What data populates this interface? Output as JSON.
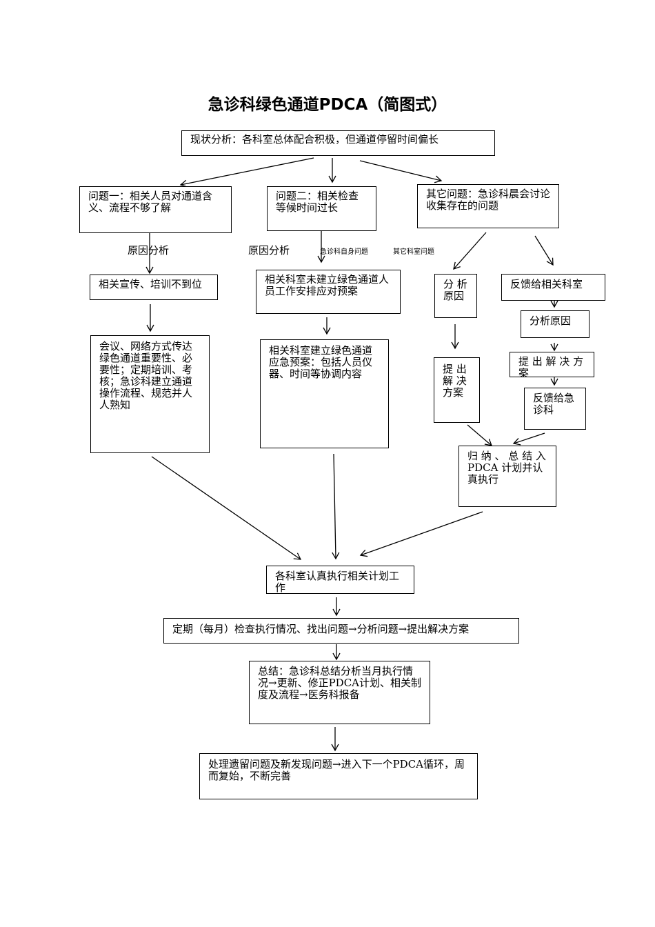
{
  "title": "急诊科绿色通道PDCA（简图式）",
  "boxes": {
    "status": "现状分析：各科室总体配合积极，但通道停留时间偏长",
    "problem1": "问题一：相关人员对通道含义、流程不够了解",
    "problem2": "问题二：相关检查等候时间过长",
    "problem_other": "其它问题：急诊科晨会讨论收集存在的问题",
    "cause1": "相关宣传、培训不到位",
    "cause2": "相关科室未建立绿色通道人员工作安排应对预案",
    "analyze_cause_left": "分 析\n原因",
    "feedback_dept": "反馈给相关科室",
    "analyze_cause_right": "分析原因",
    "solution1": "会议、网络方式传达绿色通道重要性、必要性；定期培训、考核；急诊科建立通道操作流程、规范并人人熟知",
    "solution2": "相关科室建立绿色通道应急预案：包括人员仪器、时间等协调内容",
    "propose_left": "提 出\n解 决\n方案",
    "propose_right": "提 出 解 决 方\n案",
    "feedback_er": "反馈给急\n诊科",
    "summarize": "归 纳 、 总 结 入 PDCA 计划并认真执行",
    "execute": "各科室认真执行相关计划工作",
    "check": "定期（每月）检查执行情况、找出问题→分析问题→提出解决方案",
    "conclusion": "总结：急诊科总结分析当月执行情况→更新、修正PDCA计划、相关制度及流程→医务科报备",
    "handle": "处理遗留问题及新发现问题→进入下一个PDCA循环，周而复始，不断完善"
  },
  "labels": {
    "cause_analysis_1": "原因分析",
    "cause_analysis_2": "原因分析",
    "er_own_issue": "急诊科自身问题",
    "other_dept_issue": "其它科室问题"
  }
}
